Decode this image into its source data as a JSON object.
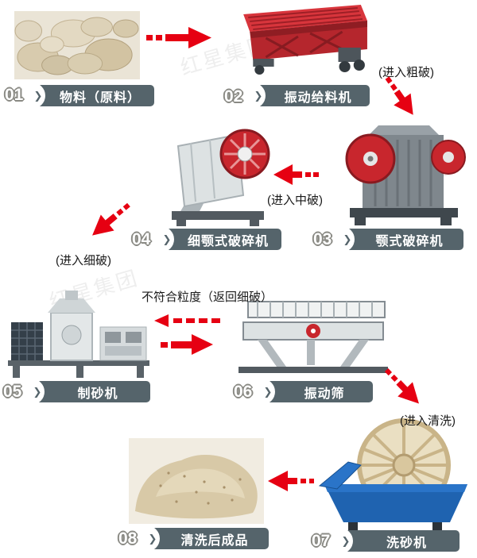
{
  "steps": [
    {
      "num": "01",
      "label": "物料（原料）"
    },
    {
      "num": "02",
      "label": "振动给料机"
    },
    {
      "num": "03",
      "label": "颚式破碎机"
    },
    {
      "num": "04",
      "label": "细颚式破碎机"
    },
    {
      "num": "05",
      "label": "制砂机"
    },
    {
      "num": "06",
      "label": "振动筛"
    },
    {
      "num": "07",
      "label": "洗砂机"
    },
    {
      "num": "08",
      "label": "清洗后成品"
    }
  ],
  "annotations": {
    "enter_coarse": "(进入粗破)",
    "enter_medium": "(进入中破)",
    "enter_fine": "(进入细破)",
    "return_fine": "不符合粒度（返回细破）",
    "enter_wash": "(进入清洗)"
  },
  "watermark": "红星集团",
  "icons": {
    "chevron": "❯"
  },
  "colors": {
    "arrow_red": "#e60012",
    "ribbon_gray": "#55646b",
    "machine_red": "#c8262d",
    "washer_blue": "#1f63b0"
  }
}
